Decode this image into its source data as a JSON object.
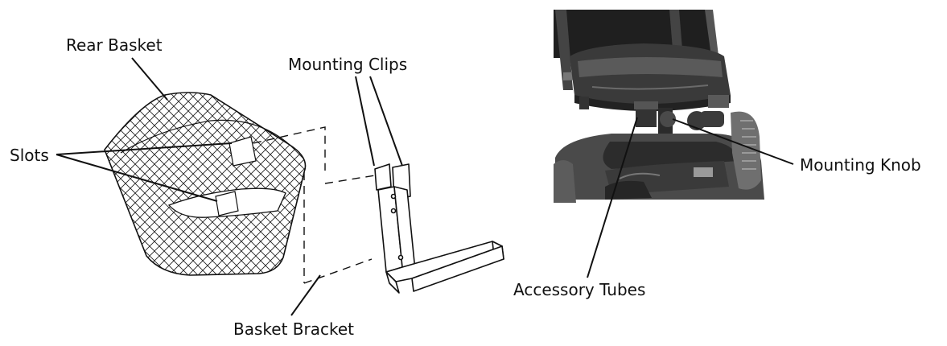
{
  "left_diagram": {
    "labels": {
      "rear_basket": "Rear Basket",
      "mounting_clips": "Mounting Clips",
      "slots": "Slots",
      "basket_bracket": "Basket Bracket"
    }
  },
  "right_photo": {
    "labels": {
      "mounting_knob": "Mounting Knob",
      "accessory_tubes": "Accessory Tubes"
    }
  },
  "colors": {
    "line": "#111111",
    "photo_dark": "#2a2a2a",
    "photo_mid": "#6d6d6d",
    "photo_light": "#bdbdbd"
  }
}
